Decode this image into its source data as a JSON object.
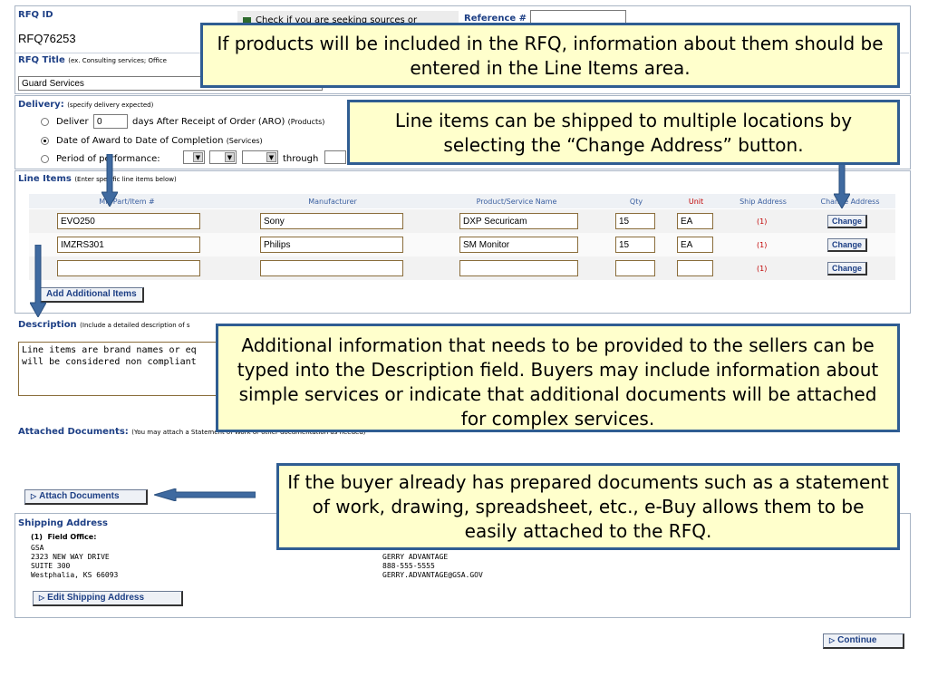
{
  "rfq": {
    "id_label": "RFQ ID",
    "id_value": "RFQ76253",
    "check_label": "Check if you are seeking sources or",
    "reference_label": "Reference #",
    "reference_value": "",
    "title_label": "RFQ Title",
    "title_hint": "(ex. Consulting services; Office",
    "title_value": "Guard Services"
  },
  "delivery": {
    "label": "Delivery:",
    "hint": "(specify delivery expected)",
    "option1_prefix": "Deliver",
    "option1_days": "0",
    "option1_suffix": "days After Receipt of Order (ARO)",
    "option1_note": "(Products)",
    "option2": "Date of Award to Date of Completion",
    "option2_note": "(Services)",
    "option3": "Period of performance:",
    "through": "through"
  },
  "line_items": {
    "label": "Line Items",
    "hint": "(Enter specific line items below)",
    "columns": [
      "Mfr Part/Item #",
      "Manufacturer",
      "Product/Service Name",
      "Qty",
      "Unit",
      "Ship Address",
      "Change Address"
    ],
    "rows": [
      {
        "part": "EVO250",
        "manufacturer": "Sony",
        "product": "DXP Securicam",
        "qty": "15",
        "unit": "EA",
        "ship": "(1)",
        "change": "Change"
      },
      {
        "part": "IMZRS301",
        "manufacturer": "Philips",
        "product": "SM Monitor",
        "qty": "15",
        "unit": "EA",
        "ship": "(1)",
        "change": "Change"
      },
      {
        "part": "",
        "manufacturer": "",
        "product": "",
        "qty": "",
        "unit": "",
        "ship": "(1)",
        "change": "Change"
      }
    ],
    "add_button": "Add Additional Items"
  },
  "description": {
    "label": "Description",
    "hint": "(Include a detailed description of s",
    "line1": "Line items are brand names or eq",
    "line2": "will be considered non compliant"
  },
  "attachments": {
    "label": "Attached Documents:",
    "hint": "(You may attach a Statement of Work or other documentation as needed)",
    "button": "Attach Documents"
  },
  "shipping": {
    "label": "Shipping Address",
    "office_label": "(1)  Field Office:",
    "lines": [
      "GSA",
      "2323 NEW WAY DRIVE",
      "SUITE 300",
      "Westphalia, KS  66093"
    ],
    "contact": [
      "GERRY ADVANTAGE",
      "888-555-5555",
      "GERRY.ADVANTAGE@GSA.GOV"
    ],
    "edit_button": "Edit Shipping Address"
  },
  "continue_button": "Continue",
  "callouts": {
    "products": "If products will be included in the RFQ, information about them should be entered in the Line Items area.",
    "shipping": "Line items can be shipped to multiple locations by selecting the “Change Address” button.",
    "description": "Additional information that needs to be provided to the sellers can be typed into the Description field.  Buyers may include information about simple services or indicate that additional documents will be attached for complex services.",
    "attach": "If the buyer already has prepared documents such as a statement of work, drawing, spreadsheet, etc., e-Buy allows them to be easily attached to the RFQ."
  },
  "colors": {
    "callout_bg": "#ffffcc",
    "callout_border": "#2f5d92",
    "section_title": "#1d3f85",
    "unit_header": "#c00000"
  }
}
